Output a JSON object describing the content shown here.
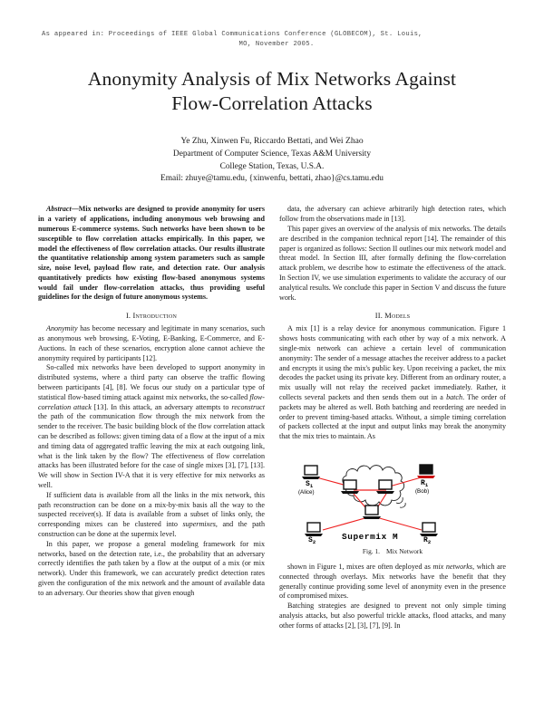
{
  "stamp": {
    "line1": "As appeared in: Proceedings of IEEE Global Communications Conference (GLOBECOM), St. Louis,",
    "line2": "MO, November 2005."
  },
  "title": {
    "line1": "Anonymity Analysis of Mix Networks Against",
    "line2": "Flow-Correlation Attacks"
  },
  "authors": {
    "names": "Ye Zhu, Xinwen Fu, Riccardo Bettati, and Wei Zhao",
    "affiliation": "Department of Computer Science, Texas A&M University",
    "location": "College Station, Texas, U.S.A.",
    "email": "Email: zhuye@tamu.edu, {xinwenfu, bettati, zhao}@cs.tamu.edu"
  },
  "abstract": {
    "lead": "Abstract—",
    "text": "Mix networks are designed to provide anonymity for users in a variety of applications, including anonymous web browsing and numerous E-commerce systems. Such networks have been shown to be susceptible to flow correlation attacks empirically. In this paper, we model the effectiveness of flow correlation attacks. Our results illustrate the quantitative relationship among system parameters such as sample size, noise level, payload flow rate, and detection rate. Our analysis quantitatively predicts how existing flow-based anonymous systems would fail under flow-correlation attacks, thus providing useful guidelines for the design of future anonymous systems."
  },
  "sections": [
    {
      "num": "I.",
      "name": "Introduction"
    },
    {
      "num": "II.",
      "name": "Models"
    }
  ],
  "left_column": {
    "paragraphs": [
      {
        "id": "intro-p1",
        "parts": [
          {
            "type": "italic",
            "text": "Anonymity"
          },
          {
            "type": "plain",
            "text": " has become necessary and legitimate in many scenarios, such as anonymous web browsing, E-Voting, E-Banking, E-Commerce, and E-Auctions. In each of these scenarios, encryption alone cannot achieve the anonymity required by participants [12]."
          }
        ]
      },
      {
        "id": "intro-p2",
        "parts": [
          {
            "type": "plain",
            "text": "So-called mix networks have been developed to support anonymity in distributed systems, where a third party can observe the traffic flowing between participants [4], [8]. We focus our study on a particular type of statistical flow-based timing attack against mix networks, the so-called "
          },
          {
            "type": "italic",
            "text": "flow-correlation attack"
          },
          {
            "type": "plain",
            "text": " [13]. In this attack, an adversary attempts to "
          },
          {
            "type": "italic",
            "text": "reconstruct"
          },
          {
            "type": "plain",
            "text": " the path of the communication flow through the mix network from the sender to the receiver. The basic building block of the flow correlation attack can be described as follows: given timing data of a flow at the input of a mix and timing data of aggregated traffic leaving the mix at each outgoing link, what is the link taken by the flow? The effectiveness of flow correlation attacks has been illustrated before for the case of single mixes [3], [7], [13]. We will show in Section IV-A that it is very effective for mix networks as well."
          }
        ]
      },
      {
        "id": "intro-p3",
        "parts": [
          {
            "type": "plain",
            "text": "If sufficient data is available from all the links in the mix network, this path reconstruction can be done on a mix-by-mix basis all the way to the suspected receiver(s). If data is available from a subset of links only, the corresponding mixes can be clustered into "
          },
          {
            "type": "italic",
            "text": "supermixes"
          },
          {
            "type": "plain",
            "text": ", and the path construction can be done at the supermix level."
          }
        ]
      },
      {
        "id": "intro-p4",
        "parts": [
          {
            "type": "plain",
            "text": "In this paper, we propose a general modeling framework for mix networks, based on the detection rate, i.e., the probability that an adversary correctly identifies the path taken by a flow at the output of a mix (or mix network). Under this framework, we can accurately predict detection rates given the configuration of the mix network and the amount of available data to an adversary. Our theories show that given enough"
          }
        ]
      }
    ]
  },
  "right_column": {
    "paragraphs_top": [
      {
        "id": "rc-p1",
        "parts": [
          {
            "type": "plain",
            "text": "data, the adversary can achieve arbitrarily high detection rates, which follow from the observations made in [13]."
          }
        ]
      },
      {
        "id": "rc-p2",
        "parts": [
          {
            "type": "plain",
            "text": "This paper gives an overview of the analysis of mix networks. The details are described in the companion technical report [14]. The remainder of this paper is organized as follows: Section II outlines our mix network model and threat model. In Section III, after formally defining the flow-correlation attack problem, we describe how to estimate the effectiveness of the attack. In Section IV, we use simulation experiments to validate the accuracy of our analytical results. We conclude this paper in Section V and discuss the future work."
          }
        ]
      }
    ],
    "paragraphs_models": [
      {
        "id": "rc-p3",
        "parts": [
          {
            "type": "plain",
            "text": "A mix [1] is a relay device for anonymous communication. Figure 1 shows hosts communicating with each other by way of a mix network. A single-mix network can achieve a certain level of communication anonymity: The sender of a message attaches the receiver address to a packet and encrypts it using the mix's public key. Upon receiving a packet, the mix decodes the packet using its private key. Different from an ordinary router, a mix usually will not relay the received packet immediately. Rather, it collects several packets and then sends them out in a "
          },
          {
            "type": "italic",
            "text": "batch"
          },
          {
            "type": "plain",
            "text": ". The order of packets may be altered as well. Both batching and reordering are needed in order to prevent timing-based attacks. Without, a simple timing correlation of packets collected at the input and output links may break the anonymity that the mix tries to maintain. As"
          }
        ]
      }
    ],
    "paragraphs_bottom": [
      {
        "id": "rc-p4",
        "parts": [
          {
            "type": "plain",
            "text": "shown in Figure 1, mixes are often deployed as "
          },
          {
            "type": "italic",
            "text": "mix networks"
          },
          {
            "type": "plain",
            "text": ", which are connected through overlays. Mix networks have the benefit that they generally continue providing some level of anonymity even in the presence of compromised mixes."
          }
        ]
      },
      {
        "id": "rc-p5",
        "parts": [
          {
            "type": "plain",
            "text": "Batching strategies are designed to prevent not only simple timing analysis attacks, but also powerful trickle attacks, flood attacks, and many other forms of attacks [2], [3], [7], [9]. In"
          }
        ]
      }
    ]
  },
  "figure": {
    "caption_label": "Fig. 1.",
    "caption_text": "Mix Network",
    "supermix_label": "Supermix M",
    "nodes": [
      {
        "id": "s1",
        "label": "S",
        "sub": "1",
        "sublabel": "(Alice)"
      },
      {
        "id": "r1",
        "label": "R",
        "sub": "1",
        "sublabel": "(Bob)"
      },
      {
        "id": "s2",
        "label": "S",
        "sub": "2",
        "sublabel": ""
      },
      {
        "id": "r2",
        "label": "R",
        "sub": "2",
        "sublabel": ""
      }
    ],
    "link_color": "#ee2222",
    "cloud_color": "#222222"
  }
}
